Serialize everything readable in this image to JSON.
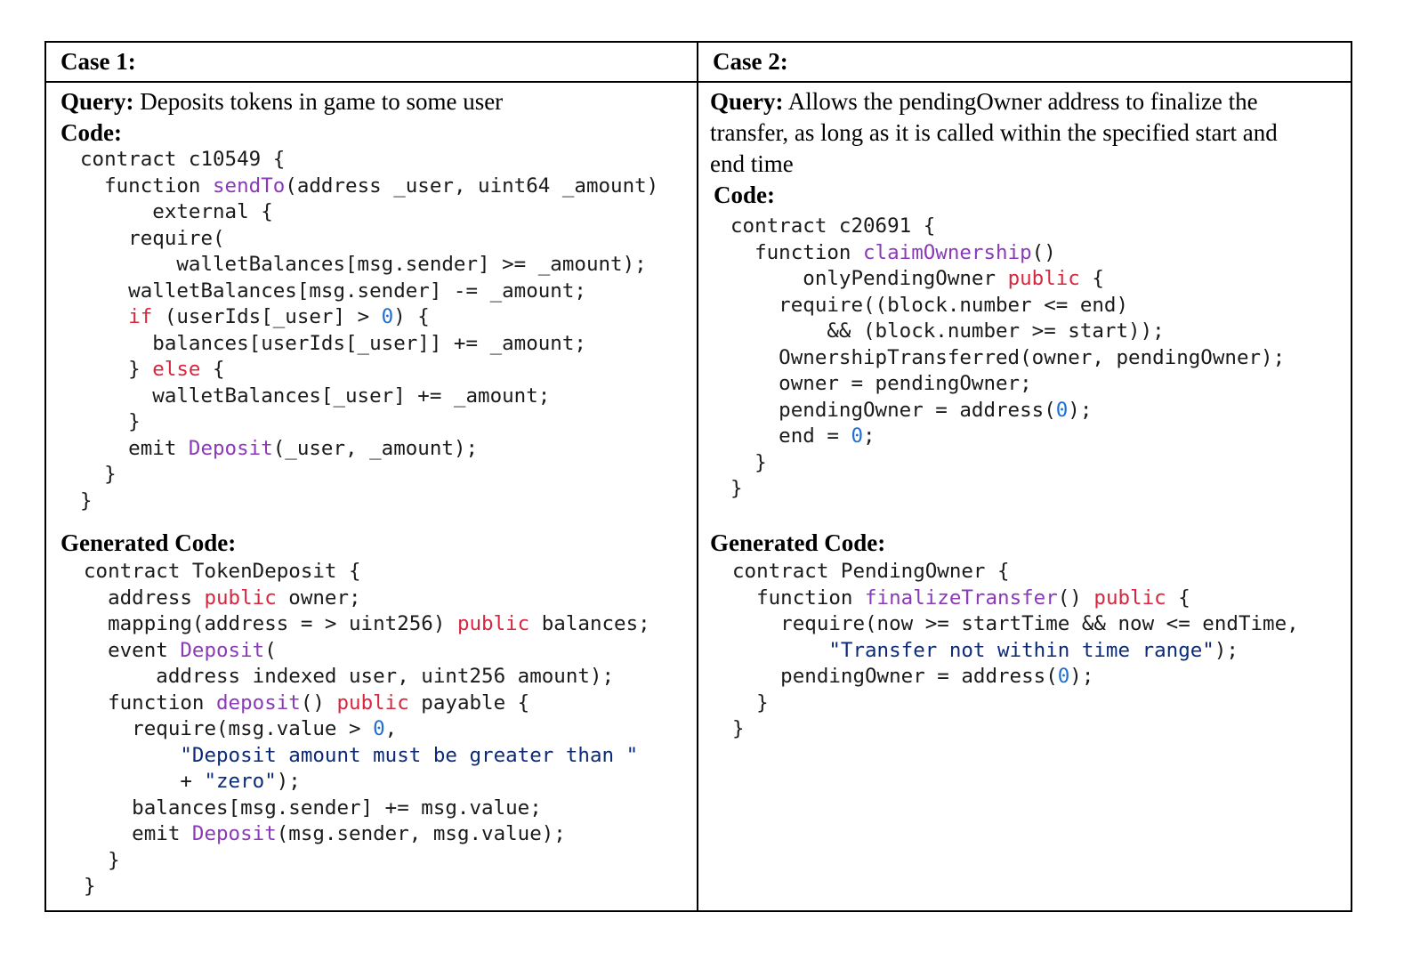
{
  "case1": {
    "header": "Case 1:",
    "query_label": "Query:",
    "query_text": "Deposits tokens in game to some user",
    "code_label": "Code:",
    "code_lines": [
      [
        {
          "t": "contract c10549 {"
        }
      ],
      [
        {
          "t": "  function "
        },
        {
          "t": "sendTo",
          "c": "fn"
        },
        {
          "t": "(address _user, uint64 _amount)"
        }
      ],
      [
        {
          "t": "      external {"
        }
      ],
      [
        {
          "t": "    require("
        }
      ],
      [
        {
          "t": "        walletBalances[msg.sender] >= _amount);"
        }
      ],
      [
        {
          "t": "    walletBalances[msg.sender] -= _amount;"
        }
      ],
      [
        {
          "t": "    "
        },
        {
          "t": "if",
          "c": "kw"
        },
        {
          "t": " (userIds[_user] > "
        },
        {
          "t": "0",
          "c": "num"
        },
        {
          "t": ") {"
        }
      ],
      [
        {
          "t": "      balances[userIds[_user]] += _amount;"
        }
      ],
      [
        {
          "t": "    } "
        },
        {
          "t": "else",
          "c": "kw"
        },
        {
          "t": " {"
        }
      ],
      [
        {
          "t": "      walletBalances[_user] += _amount;"
        }
      ],
      [
        {
          "t": "    }"
        }
      ],
      [
        {
          "t": "    emit "
        },
        {
          "t": "Deposit",
          "c": "fn"
        },
        {
          "t": "(_user, _amount);"
        }
      ],
      [
        {
          "t": "  }"
        }
      ],
      [
        {
          "t": "}"
        }
      ]
    ],
    "generated_label": "Generated Code:",
    "generated_lines": [
      [
        {
          "t": "contract TokenDeposit {"
        }
      ],
      [
        {
          "t": "  address "
        },
        {
          "t": "public",
          "c": "kw"
        },
        {
          "t": " owner;"
        }
      ],
      [
        {
          "t": "  mapping(address = > uint256) "
        },
        {
          "t": "public",
          "c": "kw"
        },
        {
          "t": " balances;"
        }
      ],
      [
        {
          "t": "  event "
        },
        {
          "t": "Deposit",
          "c": "fn"
        },
        {
          "t": "("
        }
      ],
      [
        {
          "t": "      address indexed user, uint256 amount);"
        }
      ],
      [
        {
          "t": "  function "
        },
        {
          "t": "deposit",
          "c": "fn"
        },
        {
          "t": "() "
        },
        {
          "t": "public",
          "c": "kw"
        },
        {
          "t": " payable {"
        }
      ],
      [
        {
          "t": "    require(msg.value > "
        },
        {
          "t": "0",
          "c": "num"
        },
        {
          "t": ","
        }
      ],
      [
        {
          "t": "        "
        },
        {
          "t": "\"Deposit amount must be greater than \"",
          "c": "str"
        }
      ],
      [
        {
          "t": "        + "
        },
        {
          "t": "\"zero\"",
          "c": "str"
        },
        {
          "t": ");"
        }
      ],
      [
        {
          "t": "    balances[msg.sender] += msg.value;"
        }
      ],
      [
        {
          "t": "    emit "
        },
        {
          "t": "Deposit",
          "c": "fn"
        },
        {
          "t": "(msg.sender, msg.value);"
        }
      ],
      [
        {
          "t": "  }"
        }
      ],
      [
        {
          "t": "}"
        }
      ]
    ]
  },
  "case2": {
    "header": "Case 2:",
    "query_label": "Query:",
    "query_line1": "Allows the pendingOwner address to finalize the",
    "query_line2": "transfer, as long as it is called within the specified start and",
    "query_line3": "end time",
    "code_label": "Code:",
    "code_lines": [
      [
        {
          "t": "contract c20691 {"
        }
      ],
      [
        {
          "t": "  function "
        },
        {
          "t": "claimOwnership",
          "c": "fn"
        },
        {
          "t": "()"
        }
      ],
      [
        {
          "t": "      onlyPendingOwner "
        },
        {
          "t": "public",
          "c": "kw"
        },
        {
          "t": " {"
        }
      ],
      [
        {
          "t": "    require((block.number <= end)"
        }
      ],
      [
        {
          "t": "        && (block.number >= start));"
        }
      ],
      [
        {
          "t": "    OwnershipTransferred(owner, pendingOwner);"
        }
      ],
      [
        {
          "t": "    owner = pendingOwner;"
        }
      ],
      [
        {
          "t": "    pendingOwner = address("
        },
        {
          "t": "0",
          "c": "num"
        },
        {
          "t": ");"
        }
      ],
      [
        {
          "t": "    end = "
        },
        {
          "t": "0",
          "c": "num"
        },
        {
          "t": ";"
        }
      ],
      [
        {
          "t": "  }"
        }
      ],
      [
        {
          "t": "}"
        }
      ]
    ],
    "generated_label": "Generated Code:",
    "generated_lines": [
      [
        {
          "t": "contract PendingOwner {"
        }
      ],
      [
        {
          "t": "  function "
        },
        {
          "t": "finalizeTransfer",
          "c": "fn"
        },
        {
          "t": "() "
        },
        {
          "t": "public",
          "c": "kw"
        },
        {
          "t": " {"
        }
      ],
      [
        {
          "t": "    require(now >= startTime && now <= endTime,"
        }
      ],
      [
        {
          "t": "        "
        },
        {
          "t": "\"Transfer not within time range\"",
          "c": "str"
        },
        {
          "t": ");"
        }
      ],
      [
        {
          "t": "    pendingOwner = address("
        },
        {
          "t": "0",
          "c": "num"
        },
        {
          "t": ");"
        }
      ],
      [
        {
          "t": "  }"
        }
      ],
      [
        {
          "t": "}"
        }
      ]
    ]
  }
}
